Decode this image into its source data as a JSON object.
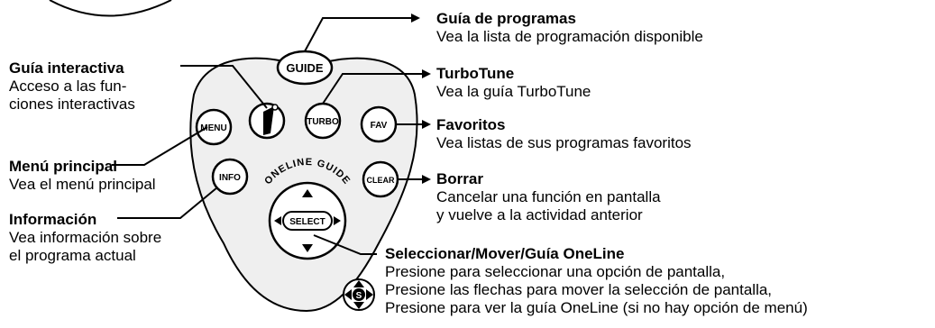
{
  "buttons": {
    "guide": "GUIDE",
    "menu": "MENU",
    "turbo": "TURBO",
    "fav": "FAV",
    "info": "INFO",
    "clear": "CLEAR",
    "select": "SELECT",
    "ring_text": "ONELINE GUIDE",
    "small_icon": "S"
  },
  "callouts": {
    "guia_programas": {
      "title": "Guía de programas",
      "lines": [
        "Vea la lista de programación disponible"
      ]
    },
    "turbotune": {
      "title": "TurboTune",
      "lines": [
        "Vea la guía TurboTune"
      ]
    },
    "favoritos": {
      "title": "Favoritos",
      "lines": [
        "Vea listas de sus programas favoritos"
      ]
    },
    "borrar": {
      "title": "Borrar",
      "lines": [
        "Cancelar una función en pantalla",
        "y vuelve a la actividad anterior"
      ]
    },
    "seleccionar": {
      "title": "Seleccionar/Mover/Guía OneLine",
      "lines": [
        "Presione para seleccionar una opción de pantalla,",
        "Presione las flechas para mover la selección de pantalla,",
        "Presione para ver la guía OneLine (si no hay opción de menú)"
      ]
    },
    "guia_interactiva": {
      "title": "Guía interactiva",
      "lines": [
        "Acceso a las fun-",
        "ciones interactivas"
      ]
    },
    "menu_principal": {
      "title": "Menú principal",
      "lines": [
        "Vea el menú principal"
      ]
    },
    "informacion": {
      "title": "Información",
      "lines": [
        "Vea información sobre",
        "el programa actual"
      ]
    }
  }
}
